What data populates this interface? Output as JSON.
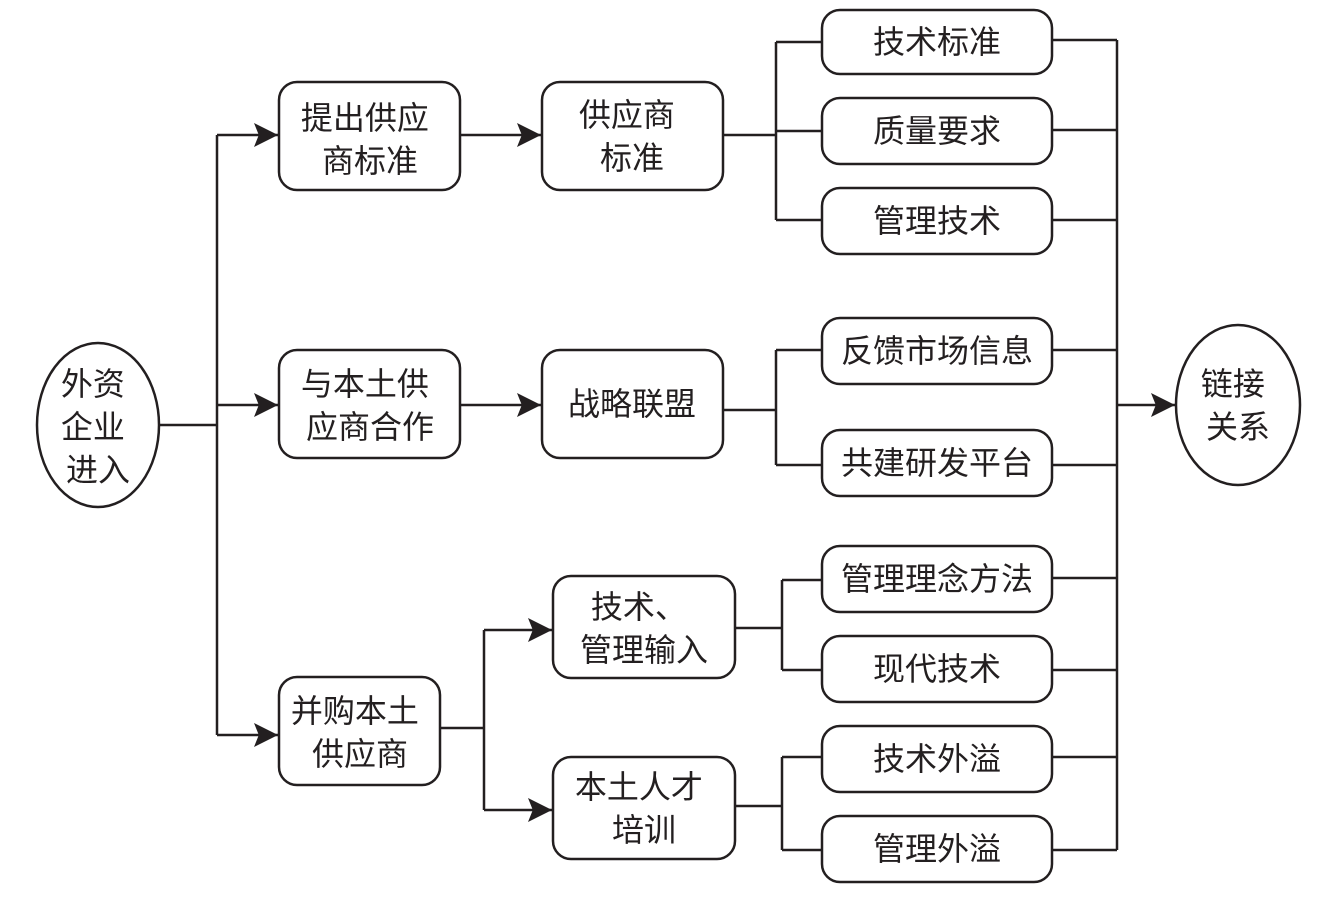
{
  "nodes": {
    "foreign_entry": {
      "lines": [
        "外资",
        "企业",
        "进入"
      ]
    },
    "propose_standard": {
      "lines": [
        "提出供应",
        "商标准"
      ]
    },
    "cooperate_local": {
      "lines": [
        "与本土供",
        "应商合作"
      ]
    },
    "acquire_local": {
      "lines": [
        "并购本土",
        "供应商"
      ]
    },
    "supplier_standard": {
      "lines": [
        "供应商",
        "标准"
      ]
    },
    "strategic_alliance": {
      "lines": [
        "战略联盟"
      ]
    },
    "tech_mgmt_input": {
      "lines": [
        "技术、",
        "管理输入"
      ]
    },
    "local_talent": {
      "lines": [
        "本土人才",
        "培训"
      ]
    },
    "tech_standard": {
      "lines": [
        "技术标准"
      ]
    },
    "quality_req": {
      "lines": [
        "质量要求"
      ]
    },
    "mgmt_tech": {
      "lines": [
        "管理技术"
      ]
    },
    "market_feedback": {
      "lines": [
        "反馈市场信息"
      ]
    },
    "rd_platform": {
      "lines": [
        "共建研发平台"
      ]
    },
    "mgmt_concept": {
      "lines": [
        "管理理念方法"
      ]
    },
    "modern_tech": {
      "lines": [
        "现代技术"
      ]
    },
    "tech_spillover": {
      "lines": [
        "技术外溢"
      ]
    },
    "mgmt_spillover": {
      "lines": [
        "管理外溢"
      ]
    },
    "linkage": {
      "lines": [
        "链接",
        "关系"
      ]
    }
  },
  "colors": {
    "stroke": "#231f20",
    "fill": "#ffffff"
  }
}
